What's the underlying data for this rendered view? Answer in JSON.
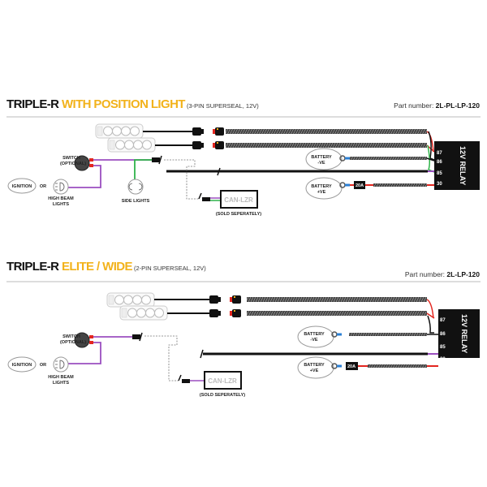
{
  "sections": [
    {
      "title_main": "TRIPLE-R ",
      "title_accent": "WITH POSITION LIGHT",
      "title_sub": " (3-PIN SUPERSEAL, 12V)",
      "part_label": "Part number: ",
      "part_number": "2L-PL-LP-120",
      "switch_label_1": "SWITCH",
      "switch_label_2": "(OPTIONAL)",
      "ignition": "IGNITION",
      "or": "OR",
      "high_beam_1": "HIGH BEAM",
      "high_beam_2": "LIGHTS",
      "side_lights": "SIDE LIGHTS",
      "battery_neg_1": "BATTERY",
      "battery_neg_2": "-VE",
      "battery_pos_1": "BATTERY",
      "battery_pos_2": "+VE",
      "fuse": "20A",
      "relay": "12V RELAY",
      "pins": [
        "87",
        "86",
        "85",
        "30"
      ],
      "can_lzr": "CAN-LZR",
      "sold_separately": "(SOLD SEPERATELY)"
    },
    {
      "title_main": "TRIPLE-R ",
      "title_accent": "ELITE / WIDE",
      "title_sub": " (2-PIN SUPERSEAL, 12V)",
      "part_label": "Part number: ",
      "part_number": "2L-LP-120",
      "switch_label_1": "SWITCH",
      "switch_label_2": "(OPTIONAL)",
      "ignition": "IGNITION",
      "or": "OR",
      "high_beam_1": "HIGH BEAM",
      "high_beam_2": "LIGHTS",
      "battery_neg_1": "BATTERY",
      "battery_neg_2": "-VE",
      "battery_pos_1": "BATTERY",
      "battery_pos_2": "+VE",
      "fuse": "20A",
      "relay": "12V RELAY",
      "pins": [
        "87",
        "86",
        "85",
        "30"
      ],
      "can_lzr": "CAN-LZR",
      "sold_separately": "(SOLD SEPERATELY)"
    }
  ],
  "colors": {
    "accent": "#f2b21b",
    "wire_red": "#e3261f",
    "wire_purple": "#9b4fc0",
    "wire_green": "#2fb34a",
    "wire_blue": "#2a7fd4"
  }
}
